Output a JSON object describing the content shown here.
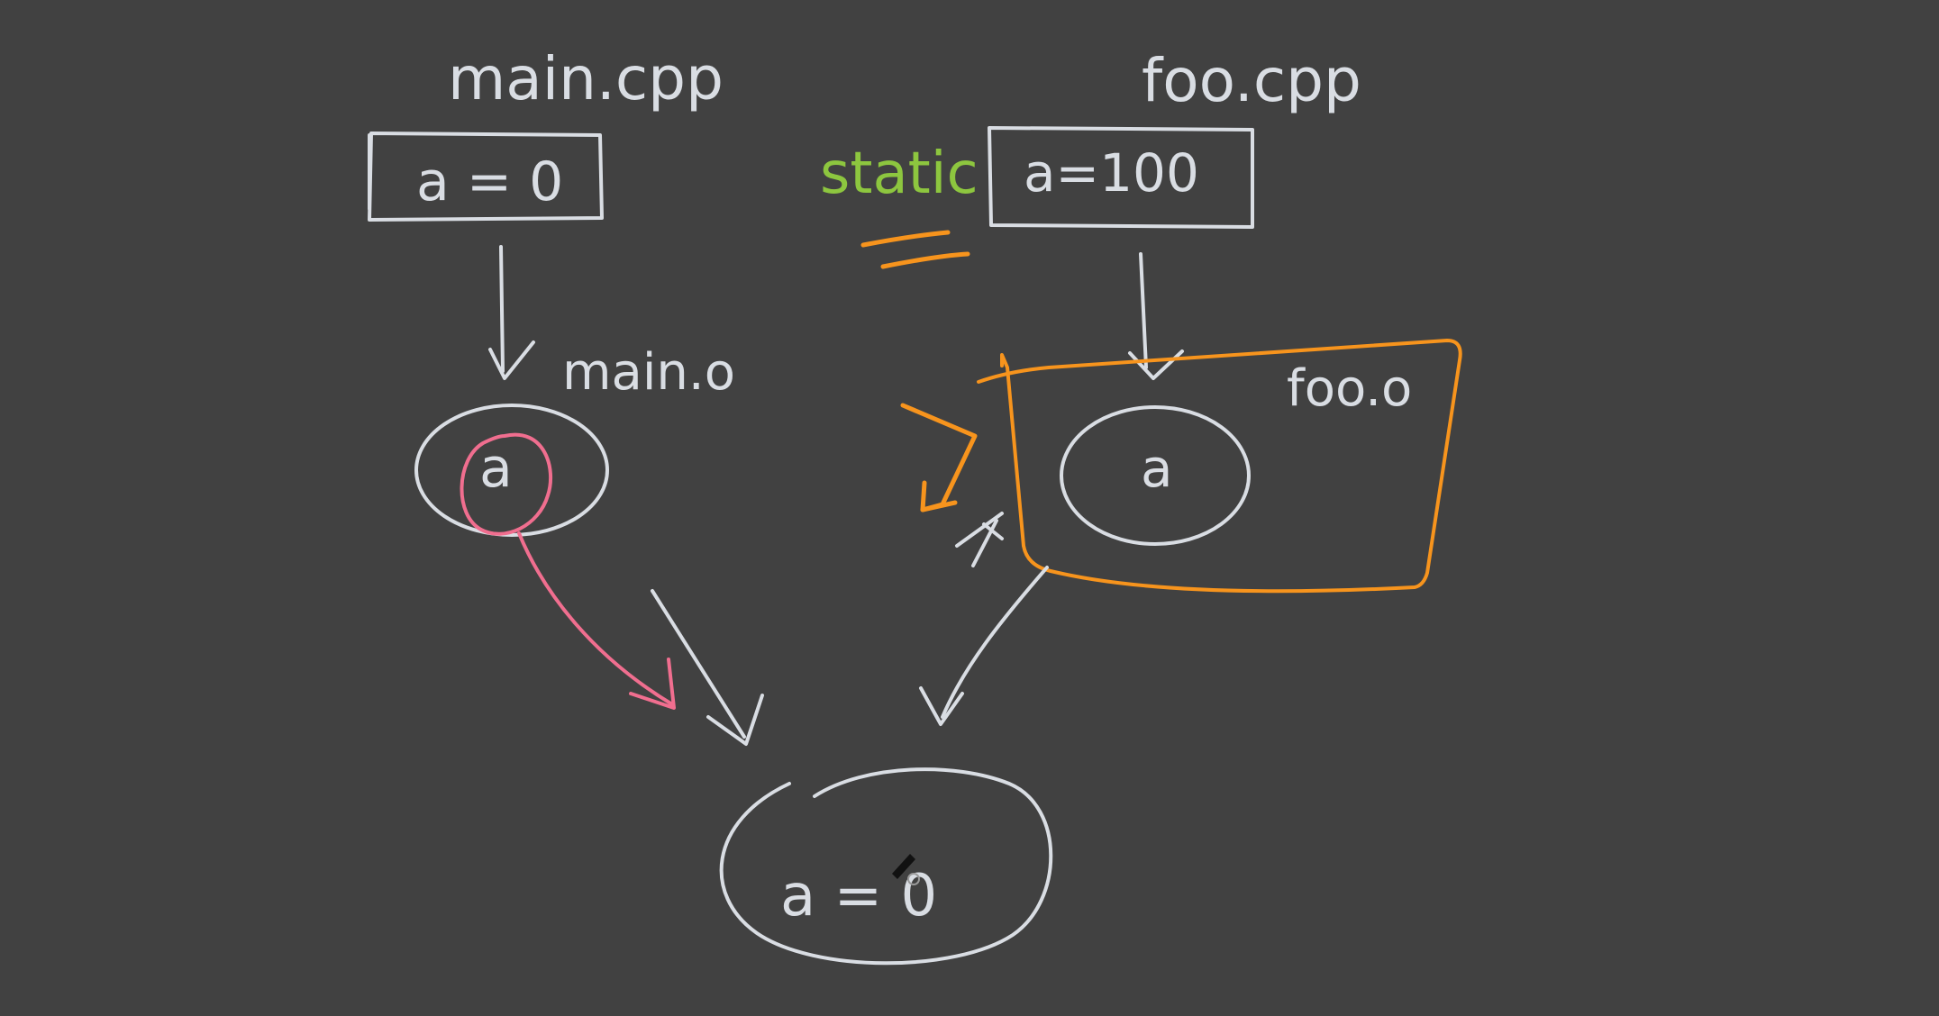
{
  "colors": {
    "background": "#414141",
    "chalk": "#d9dde3",
    "green": "#8dc63f",
    "orange": "#f7941d",
    "pink": "#f06e8f"
  },
  "labels": {
    "main_cpp": "main.cpp",
    "foo_cpp": "foo.cpp",
    "main_box": "a = 0",
    "foo_box": "a=100",
    "static_kw": "static",
    "main_o": "main.o",
    "foo_o": "foo.o",
    "main_o_symbol": "a",
    "foo_o_symbol": "a",
    "result": "a = 0"
  }
}
